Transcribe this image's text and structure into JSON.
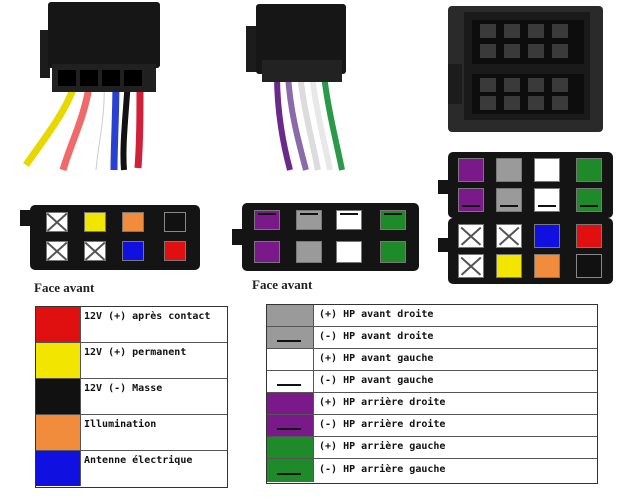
{
  "labels": {
    "face_left": "Face avant",
    "face_middle": "Face avant"
  },
  "colors": {
    "red": "#e01010",
    "yellow": "#f2e600",
    "black": "#111111",
    "orange": "#f08c3c",
    "blue": "#1010e0",
    "grey": "#9a9a9a",
    "white": "#ffffff",
    "purple": "#7a1a8a",
    "green": "#1f8a2a"
  },
  "legend_left": {
    "rows": [
      {
        "color": "red",
        "label": "12V (+) après contact"
      },
      {
        "color": "yellow",
        "label": "12V (+) permanent"
      },
      {
        "color": "black",
        "label": "12V (-) Masse"
      },
      {
        "color": "orange",
        "label": "Illumination"
      },
      {
        "color": "blue",
        "label": "Antenne électrique"
      }
    ]
  },
  "legend_right": {
    "rows": [
      {
        "color": "grey",
        "striped": false,
        "label": "(+) HP avant droite"
      },
      {
        "color": "grey",
        "striped": true,
        "label": "(-) HP avant droite"
      },
      {
        "color": "white",
        "striped": false,
        "label": "(+) HP avant gauche"
      },
      {
        "color": "white",
        "striped": true,
        "label": "(-) HP avant gauche"
      },
      {
        "color": "purple",
        "striped": false,
        "label": "(+) HP arrière droite"
      },
      {
        "color": "purple",
        "striped": true,
        "label": "(-) HP arrière droite"
      },
      {
        "color": "green",
        "striped": false,
        "label": "(+) HP arrière gauche"
      },
      {
        "color": "green",
        "striped": true,
        "label": "(-) HP arrière gauche"
      }
    ]
  }
}
